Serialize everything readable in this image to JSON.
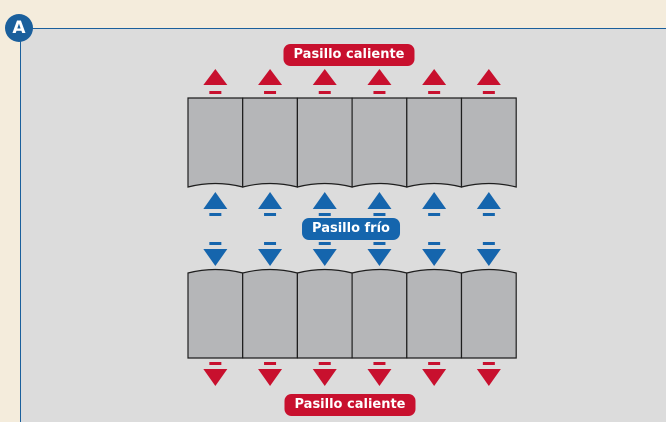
{
  "badge": {
    "letter": "A"
  },
  "labels": {
    "hot_top": "Pasillo caliente",
    "cold_middle": "Pasillo frío",
    "hot_bottom": "Pasillo caliente"
  },
  "colors": {
    "hot": "#c8102e",
    "cold": "#1565ad",
    "panel_bg": "#dcdcdc",
    "page_bg": "#f4ecdc",
    "rack_fill": "#b5b6b8"
  },
  "racks": {
    "rows": 2,
    "per_row": 6
  },
  "icons": {
    "hot_top": "arrow-up-icon",
    "cold_up": "arrow-up-icon",
    "cold_down": "arrow-down-icon",
    "hot_bottom": "arrow-down-icon"
  }
}
